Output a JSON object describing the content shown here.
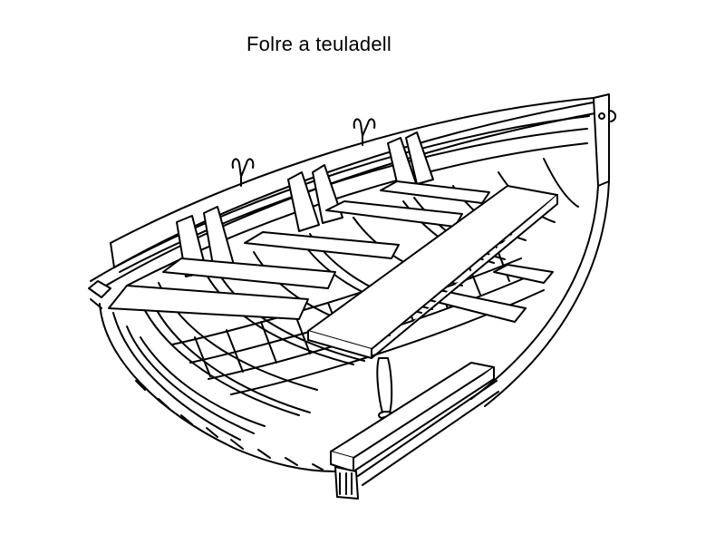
{
  "title": "Folre a teuladell",
  "illustration": {
    "subject": "open wooden rowing boat hull, cutaway line drawing",
    "line_color": "#000000",
    "fill_color": "#ffffff",
    "icon": "boat-illustration"
  }
}
